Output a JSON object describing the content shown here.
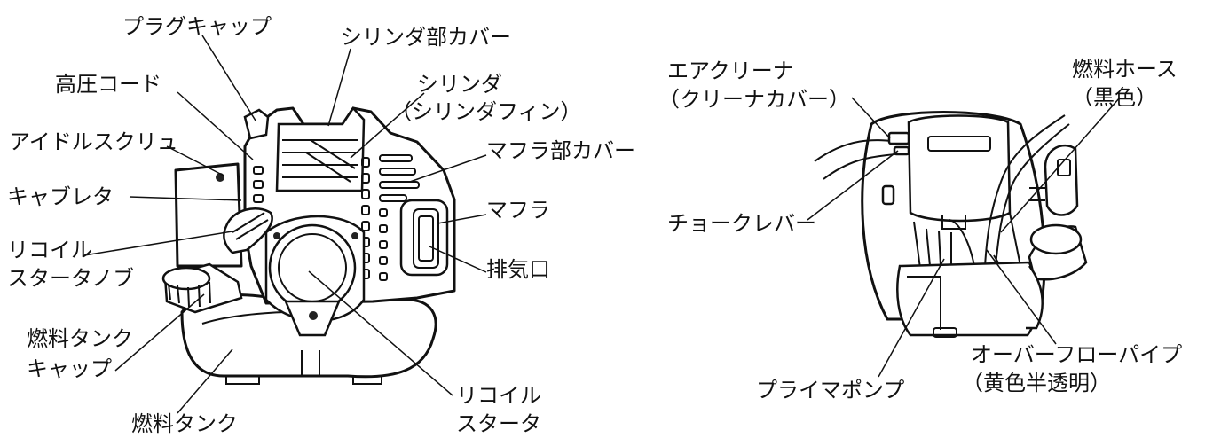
{
  "left_labels": {
    "plug_cap": "プラグキャップ",
    "cylinder_cover": "シリンダ部カバー",
    "high_voltage_cord": "高圧コード",
    "cylinder": "シリンダ",
    "cylinder_fin": "（シリンダフィン）",
    "idle_screw": "アイドルスクリュ",
    "muffler_cover": "マフラ部カバー",
    "carburetor": "キャブレタ",
    "muffler": "マフラ",
    "recoil_knob_1": "リコイル",
    "recoil_knob_2": "スタータノブ",
    "exhaust": "排気口",
    "fuel_cap_1": "燃料タンク",
    "fuel_cap_2": "キャップ",
    "recoil_starter_1": "リコイル",
    "recoil_starter_2": "スタータ",
    "fuel_tank": "燃料タンク"
  },
  "right_labels": {
    "air_cleaner_1": "エアクリーナ",
    "air_cleaner_2": "（クリーナカバー）",
    "fuel_hose_1": "燃料ホース",
    "fuel_hose_2": "（黒色）",
    "choke_lever": "チョークレバー",
    "overflow_pipe_1": "オーバーフローパイプ",
    "overflow_pipe_2": "（黄色半透明）",
    "primer_pump": "プライマポンプ"
  }
}
